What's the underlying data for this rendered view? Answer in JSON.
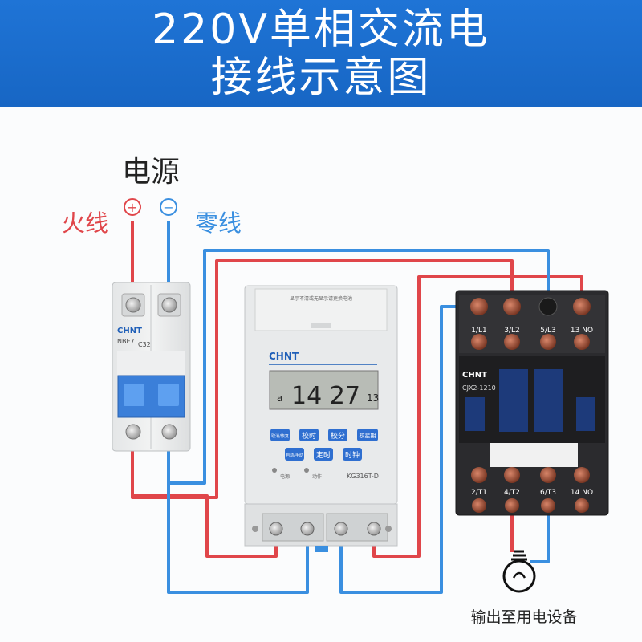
{
  "header": {
    "title_line1": "220V单相交流电",
    "title_line2": "接线示意图"
  },
  "labels": {
    "power_source": "电源",
    "live_wire": "火线",
    "neutral_wire": "零线",
    "output": "输出至用电设备",
    "plus_symbol": "+",
    "minus_symbol": "−"
  },
  "breaker": {
    "brand": "CHNT",
    "model": "NBE7",
    "rating": "C32"
  },
  "timer": {
    "brand": "CHNT",
    "model": "KG316T-D",
    "top_text": "显示不清或无显示请更换电池",
    "display_digits": "14 27",
    "display_seconds": "13",
    "display_day": "a",
    "buttons": [
      "取消/恢复",
      "校时",
      "校分",
      "校星期",
      "自动/手动",
      "定时",
      "时钟"
    ],
    "indicator_power": "电源",
    "indicator_action": "动作"
  },
  "contactor": {
    "brand": "CHNT",
    "model": "CJX2-1210",
    "top_terminals": [
      "1/L1",
      "3/L2",
      "5/L3",
      "13 NO"
    ],
    "bottom_terminals": [
      "2/T1",
      "4/T2",
      "6/T3",
      "14 NO"
    ]
  },
  "colors": {
    "header_bg": "#1f74d6",
    "live_wire": "#e0464a",
    "neutral_wire": "#3a8fe0"
  }
}
